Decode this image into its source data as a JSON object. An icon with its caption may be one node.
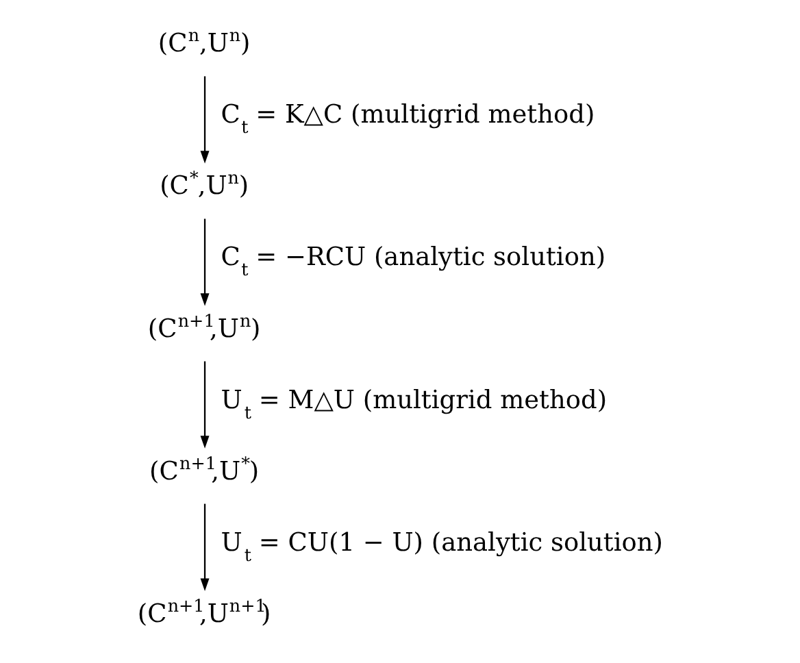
{
  "diagram": {
    "nodes": [
      {
        "text": [
          "(C$^{n}$,U$^{n}$)"
        ]
      },
      {
        "text": [
          "(C$^{*}$,U$^{n}$)"
        ]
      },
      {
        "text": [
          "(C$^{n+1}$,U$^{n}$)"
        ]
      },
      {
        "text": [
          "(C$^{n+1}$,U$^{*}$)"
        ]
      },
      {
        "text": [
          "(C$^{n+1}$,U$^{n+1}$)"
        ]
      }
    ],
    "edges": [
      {
        "from": 0,
        "to": 1,
        "arrow": "to",
        "label": "C$_{t}$ = K△C (multigrid method)"
      },
      {
        "from": 1,
        "to": 2,
        "arrow": "to",
        "label": "C$_{t}$ = −RCU (analytic solution)"
      },
      {
        "from": 2,
        "to": 3,
        "arrow": "to",
        "label": "U$_{t}$ = M△U (multigrid method)"
      },
      {
        "from": 3,
        "to": 4,
        "arrow": "to",
        "label": "U$_{t}$ = CU(1 − U) (analytic solution)"
      }
    ]
  }
}
